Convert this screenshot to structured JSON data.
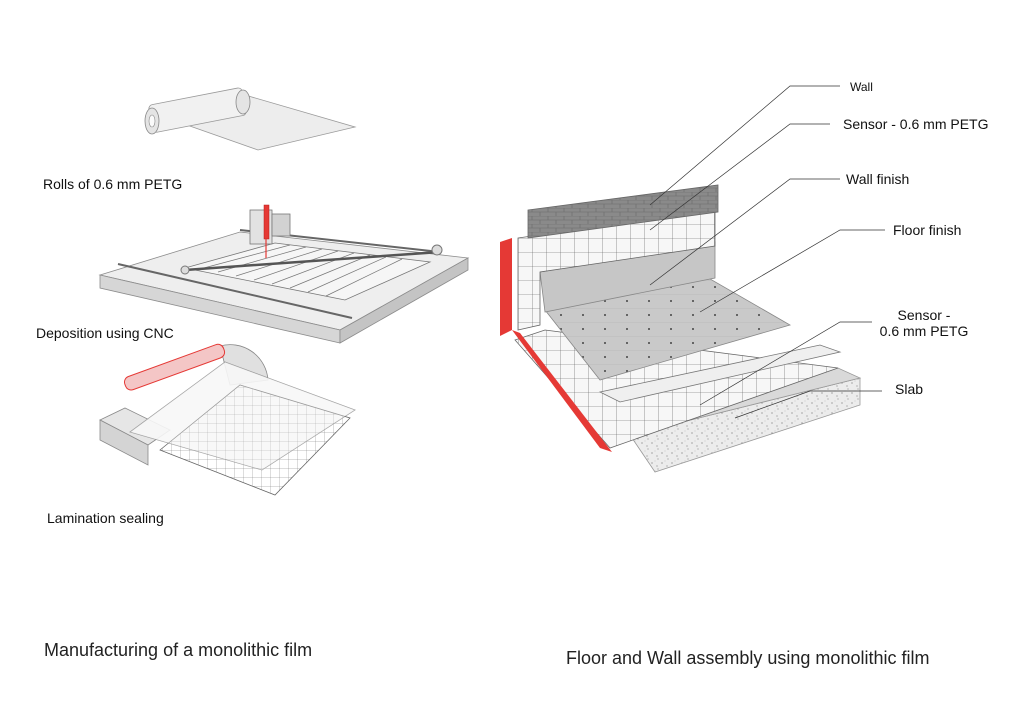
{
  "manufacturing": {
    "step1_label": "Rolls of 0.6 mm PETG",
    "step2_label": "Deposition using CNC",
    "step3_label": "Lamination sealing",
    "caption": "Manufacturing of a monolithic film"
  },
  "assembly": {
    "label_wall": "Wall",
    "label_sensor_wall": "Sensor - 0.6 mm PETG",
    "label_wall_finish": "Wall finish",
    "label_floor_finish": "Floor finish",
    "label_sensor_floor_line1": "Sensor -",
    "label_sensor_floor_line2": "0.6 mm PETG",
    "label_slab": "Slab",
    "caption": "Floor and Wall assembly using monolithic film"
  },
  "colors": {
    "sensor_red": "#e53935",
    "wall_block": "#808080",
    "finish_grey": "#c8c8c8"
  }
}
